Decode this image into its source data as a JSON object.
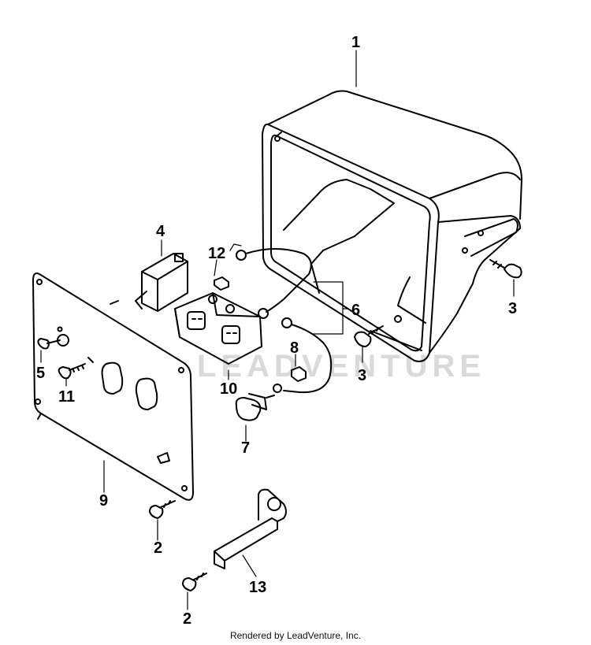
{
  "diagram": {
    "watermark": "LEADVENTURE",
    "footer": "Rendered by LeadVenture, Inc.",
    "callouts": {
      "c1": "1",
      "c2a": "2",
      "c2b": "2",
      "c3a": "3",
      "c3b": "3",
      "c4": "4",
      "c5": "5",
      "c6": "6",
      "c7": "7",
      "c8": "8",
      "c9": "9",
      "c10": "10",
      "c11": "11",
      "c12": "12",
      "c13": "13"
    }
  }
}
